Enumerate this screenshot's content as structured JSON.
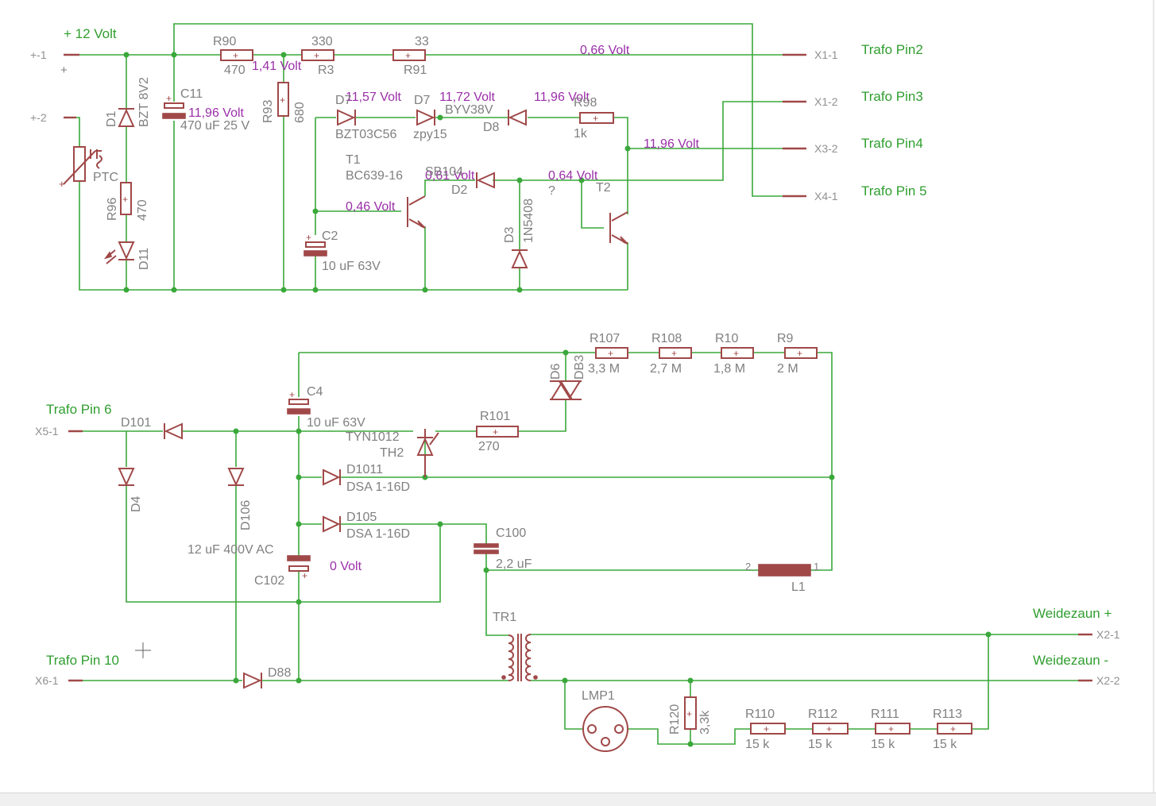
{
  "parts": {
    "R90": {
      "name": "R90",
      "value": "470"
    },
    "R3": {
      "name": "R3",
      "value": "330"
    },
    "R91": {
      "name": "R91",
      "value": "33"
    },
    "R93": {
      "name": "R93",
      "value": "680"
    },
    "R96": {
      "name": "R96",
      "value": "470"
    },
    "R98": {
      "name": "R98",
      "value": "1k"
    },
    "D1": {
      "name": "D1",
      "value": "BZT 8V2"
    },
    "D11": {
      "name": "D11"
    },
    "PTC": {
      "name": "PTC"
    },
    "C11": {
      "name": "C11",
      "value": "470 uF 25 V"
    },
    "C2": {
      "name": "C2",
      "value": "10 uF 63V"
    },
    "D7a": {
      "name": "D7",
      "value": "BZT03C56"
    },
    "D7b": {
      "name": "D7",
      "value": "zpy15"
    },
    "D8": {
      "name": "D8",
      "value": "BYV38V"
    },
    "T1": {
      "name": "T1",
      "value": "BC639-16"
    },
    "D2": {
      "name": "D2",
      "value": "SB104"
    },
    "D3": {
      "name": "D3",
      "value": "1N5408"
    },
    "T2": {
      "name": "T2",
      "value": "?"
    },
    "R107": {
      "name": "R107",
      "value": "3,3 M"
    },
    "R108": {
      "name": "R108",
      "value": "2,7 M"
    },
    "R10": {
      "name": "R10",
      "value": "1,8 M"
    },
    "R9": {
      "name": "R9",
      "value": "2 M"
    },
    "D6": {
      "name": "D6",
      "value": "DB3"
    },
    "C4": {
      "name": "C4",
      "value": "10 uF 63V"
    },
    "D101": {
      "name": "D101"
    },
    "R101": {
      "name": "R101",
      "value": "270"
    },
    "TH2": {
      "name": "TH2",
      "value": "TYN1012"
    },
    "D4": {
      "name": "D4"
    },
    "D106": {
      "name": "D106"
    },
    "D1011": {
      "name": "D1011",
      "value": "DSA 1-16D"
    },
    "D105": {
      "name": "D105",
      "value": "DSA 1-16D"
    },
    "C100": {
      "name": "C100",
      "value": "2,2 uF"
    },
    "C102": {
      "name": "C102",
      "value": "12 uF 400V AC"
    },
    "L1": {
      "name": "L1",
      "pin1": "1",
      "pin2": "2"
    },
    "TR1": {
      "name": "TR1"
    },
    "D88": {
      "name": "D88"
    },
    "LMP1": {
      "name": "LMP1"
    },
    "R120": {
      "name": "R120",
      "value": "3,3k"
    },
    "R110": {
      "name": "R110",
      "value": "15 k"
    },
    "R112": {
      "name": "R112",
      "value": "15 k"
    },
    "R111": {
      "name": "R111",
      "value": "15 k"
    },
    "R113": {
      "name": "R113",
      "value": "15 k"
    }
  },
  "nets": {
    "v12": "+ 12 Volt",
    "plus": "+",
    "trafo2": "Trafo Pin2",
    "trafo3": "Trafo Pin3",
    "trafo4": "Trafo Pin4",
    "trafo5": "Trafo Pin 5",
    "trafo6": "Trafo Pin 6",
    "trafo10": "Trafo Pin 10",
    "zaun_plus": "Weidezaun +",
    "zaun_minus": "Weidezaun -"
  },
  "connectors": {
    "p1": "+-1",
    "p2": "+-2",
    "x11": "X1-1",
    "x12": "X1-2",
    "x32": "X3-2",
    "x41": "X4-1",
    "x51": "X5-1",
    "x61": "X6-1",
    "x21": "X2-1",
    "x22": "X2-2"
  },
  "voltages": {
    "v1": "1,41 Volt",
    "v2": "0,66 Volt",
    "v3": "11,96 Volt",
    "v4": "11,57 Volt",
    "v5": "11,72 Volt",
    "v6": "11,96 Volt",
    "v7": "11,96 Volt",
    "v8": "0,61 Volt",
    "v9": "0,64 Volt",
    "v10": "0,46 Volt",
    "v11": "0 Volt"
  },
  "colors": {
    "wire": "#3aa83a",
    "part": "#a04848",
    "label": "#808080",
    "net_label": "#2f9e2f",
    "voltage": "#9a2ea8"
  }
}
